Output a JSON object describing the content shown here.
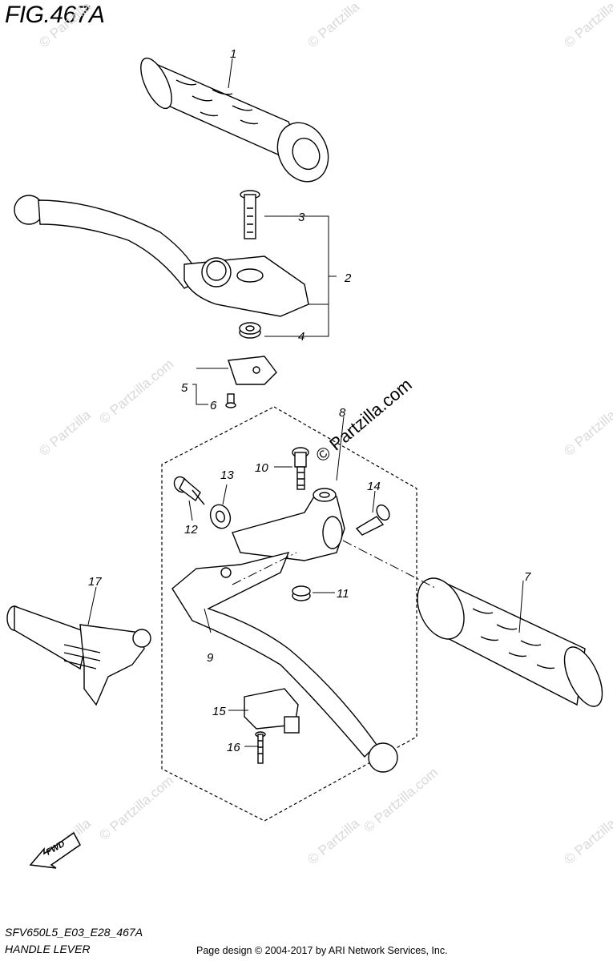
{
  "figure": {
    "title": "FIG.467A",
    "code": "SFV650L5_E03_E28_467A",
    "name": "HANDLE LEVER",
    "copyright": "Page design © 2004-2017 by ARI Network Services, Inc."
  },
  "watermarks": {
    "small": "© Partzilla",
    "small_long": "© Partzilla.com",
    "large": "© Partzilla.com"
  },
  "fwd_arrow": {
    "label": "FWD"
  },
  "callouts": [
    {
      "id": "c1",
      "label": "1"
    },
    {
      "id": "c2",
      "label": "2"
    },
    {
      "id": "c3",
      "label": "3"
    },
    {
      "id": "c4",
      "label": "4"
    },
    {
      "id": "c5",
      "label": "5"
    },
    {
      "id": "c6",
      "label": "6"
    },
    {
      "id": "c7",
      "label": "7"
    },
    {
      "id": "c8",
      "label": "8"
    },
    {
      "id": "c9",
      "label": "9"
    },
    {
      "id": "c10",
      "label": "10"
    },
    {
      "id": "c11",
      "label": "11"
    },
    {
      "id": "c12",
      "label": "12"
    },
    {
      "id": "c13",
      "label": "13"
    },
    {
      "id": "c14",
      "label": "14"
    },
    {
      "id": "c15",
      "label": "15"
    },
    {
      "id": "c16",
      "label": "16"
    },
    {
      "id": "c17",
      "label": "17"
    }
  ]
}
